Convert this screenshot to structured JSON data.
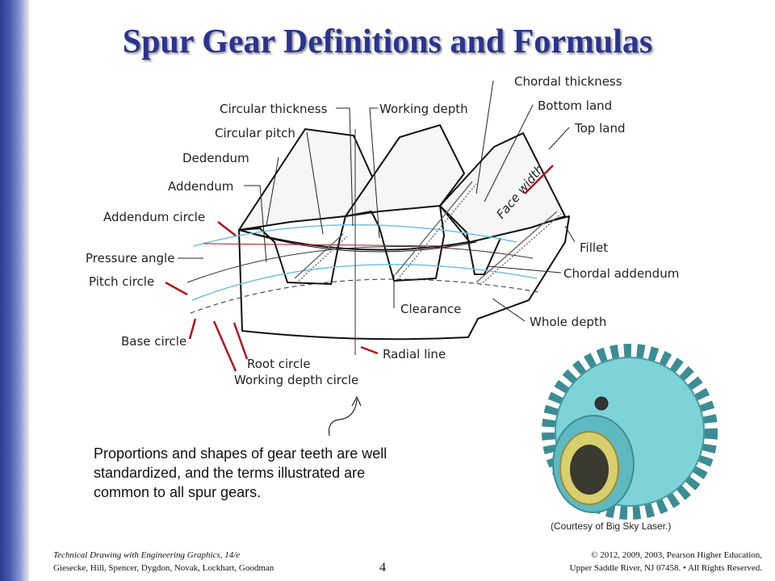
{
  "title": "Spur Gear Definitions and Formulas",
  "labels": {
    "chordal_thickness": "Chordal thickness",
    "bottom_land": "Bottom land",
    "top_land": "Top land",
    "circular_thickness": "Circular thickness",
    "working_depth": "Working depth",
    "circular_pitch": "Circular pitch",
    "dedendum": "Dedendum",
    "addendum": "Addendum",
    "addendum_circle": "Addendum circle",
    "face_width": "Face width",
    "pressure_angle": "Pressure angle",
    "fillet": "Fillet",
    "pitch_circle": "Pitch circle",
    "chordal_addendum": "Chordal addendum",
    "clearance": "Clearance",
    "whole_depth": "Whole depth",
    "base_circle": "Base circle",
    "root_circle": "Root circle",
    "radial_line": "Radial line",
    "working_depth_circle": "Working depth circle"
  },
  "caption": "Proportions and shapes of gear teeth are well standardized, and the terms illustrated are common to all spur gears.",
  "credit": "(Courtesy of Big Sky Laser.)",
  "footer": {
    "book_title": "Technical Drawing with Engineering Graphics, 14/e",
    "authors": "Giesecke, Hill, Spencer, Dygdon, Novak, Lockhart, Goodman",
    "page_number": "4",
    "copyright_line1": "© 2012, 2009, 2003, Pearson Higher Education,",
    "copyright_line2": "Upper Saddle River, NJ 07458. • All Rights Reserved."
  },
  "colors": {
    "title": "#2a3490",
    "leader_arrows": "#b0161c",
    "pitch_circles": "#6fc2e6",
    "gear_photo": "#7ed3d8",
    "hub": "#d8cf6e"
  }
}
